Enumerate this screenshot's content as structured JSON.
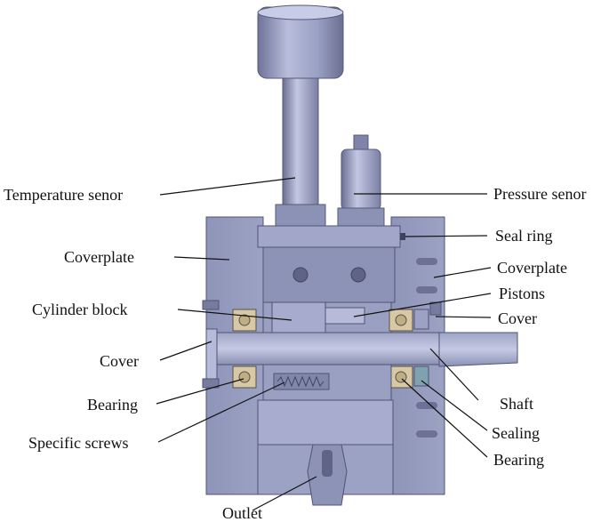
{
  "labels": {
    "temperature_sensor": "Temperature senor",
    "pressure_sensor": "Pressure senor",
    "seal_ring": "Seal ring",
    "coverplate_left": "Coverplate",
    "coverplate_right": "Coverplate",
    "cylinder_block": "Cylinder block",
    "pistons": "Pistons",
    "cover_right": "Cover",
    "cover_left": "Cover",
    "shaft": "Shaft",
    "bearing_left": "Bearing",
    "sealing": "Sealing",
    "specific_screws": "Specific screws",
    "bearing_right": "Bearing",
    "outlet": "Outlet"
  },
  "colors": {
    "body": "#8f95b8",
    "body_light": "#b3b8d6",
    "body_dark": "#5f6487",
    "bearing": "#d8c9a6",
    "label_text": "#111111"
  }
}
